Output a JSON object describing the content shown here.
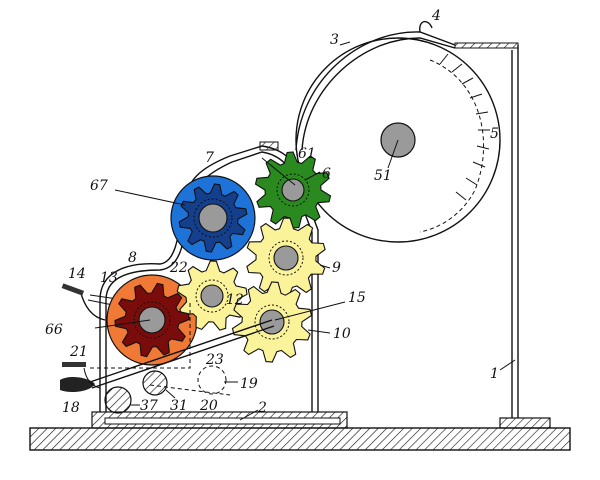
{
  "colors": {
    "blue_outer": "#1e73d8",
    "blue_gear": "#143f8c",
    "green_gear": "#2a8a1f",
    "yellow_gear": "#fbf39a",
    "orange_outer": "#f07a35",
    "red_gear": "#7a0c0c",
    "hub": "#9a9a9a"
  },
  "labels": {
    "l1": "1",
    "l2": "2",
    "l3": "3",
    "l4": "4",
    "l5": "5",
    "l51": "51",
    "l6": "6",
    "l61": "61",
    "l7": "7",
    "l67": "67",
    "l8": "8",
    "l9": "9",
    "l10": "10",
    "l12": "12",
    "l13": "13",
    "l14": "14",
    "l15": "15",
    "l18": "18",
    "l19": "19",
    "l20": "20",
    "l21": "21",
    "l22": "22",
    "l23": "23",
    "l31": "31",
    "l37": "37",
    "l66": "66"
  }
}
